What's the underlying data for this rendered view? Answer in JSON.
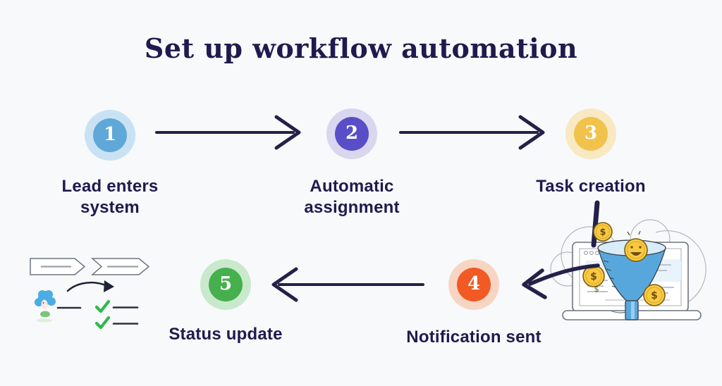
{
  "title": "Set up workflow automation",
  "colors": {
    "background": "#F7F9FB",
    "text": "#1F1A4E",
    "arrow": "#232049"
  },
  "steps": [
    {
      "number": "1",
      "label": "Lead enters system",
      "color": "#5FA8D8",
      "ring": "#C9E2F3"
    },
    {
      "number": "2",
      "label": "Automatic assignment",
      "color": "#5A4DC8",
      "ring": "#D9D6EF"
    },
    {
      "number": "3",
      "label": "Task creation",
      "color": "#F1C24C",
      "ring": "#F8E9C3"
    },
    {
      "number": "4",
      "label": "Notification sent",
      "color": "#F15A24",
      "ring": "#F8D5C3"
    },
    {
      "number": "5",
      "label": "Status update",
      "color": "#45B04D",
      "ring": "#C9E9CD"
    }
  ],
  "funnel_illustration": {
    "name": "sales-funnel-on-laptop-with-coins",
    "funnel_color": "#58A7DC",
    "coin_color": "#F9CA41",
    "coin_symbol": "$"
  },
  "checklist_illustration": {
    "name": "process-steps-checklist-with-character",
    "check_color": "#2EB84D"
  }
}
